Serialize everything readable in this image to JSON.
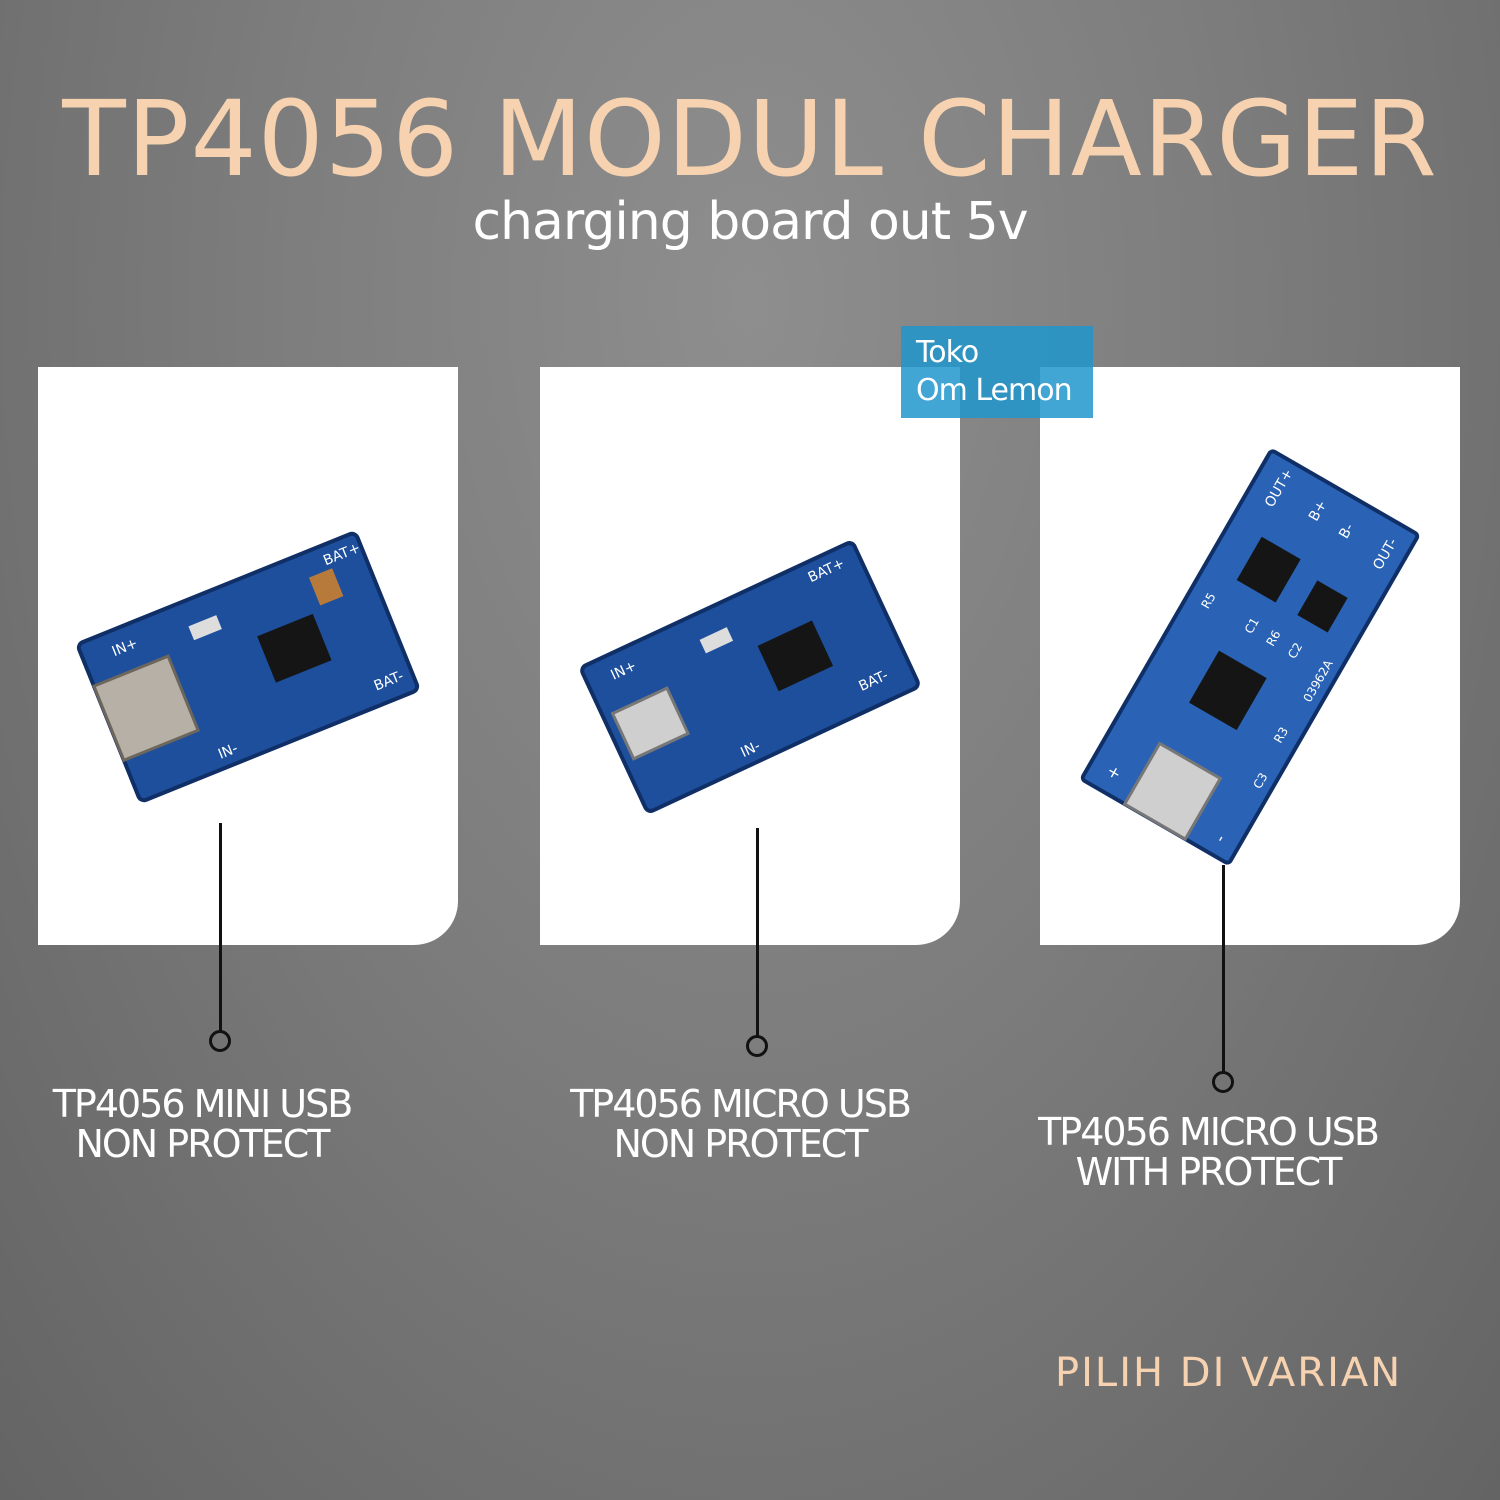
{
  "header": {
    "title": "TP4056 MODUL CHARGER",
    "subtitle": "charging board out 5v"
  },
  "watermark": {
    "line1": "Toko",
    "line2": "Om Lemon"
  },
  "products": [
    {
      "label_line1": "TP4056 MINI USB",
      "label_line2": "NON PROTECT",
      "board_markings": [
        "IN+",
        "IN-",
        "BAT+",
        "BAT-"
      ]
    },
    {
      "label_line1": "TP4056 MICRO USB",
      "label_line2": "NON PROTECT",
      "board_markings": [
        "IN+",
        "IN-",
        "BAT+",
        "BAT-"
      ]
    },
    {
      "label_line1": "TP4056 MICRO USB",
      "label_line2": "WITH PROTECT",
      "board_markings": [
        "OUT+",
        "B+",
        "B-",
        "OUT-",
        "R5",
        "C1",
        "R6",
        "C2",
        "03962A",
        "R3",
        "C3",
        "+",
        "-"
      ]
    }
  ],
  "footer": {
    "text": "PILIH DI VARIAN"
  },
  "colors": {
    "title": "#f6d2b0",
    "pcb": "#1d4f9c",
    "watermark": "#2096cd"
  }
}
